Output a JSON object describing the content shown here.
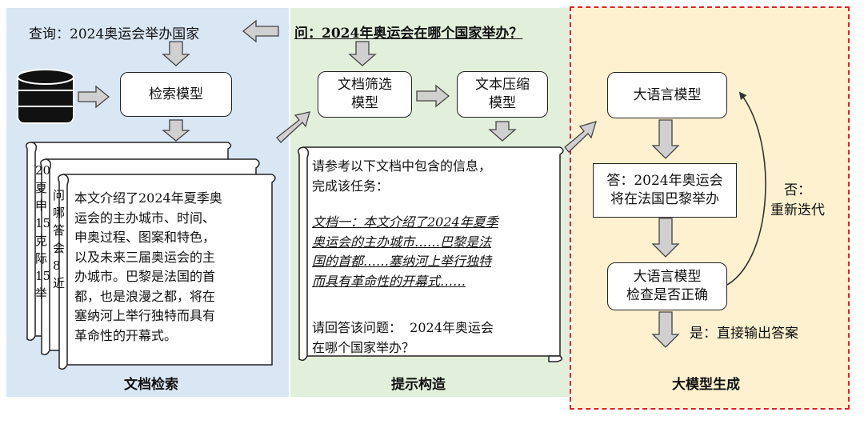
{
  "panels": {
    "retrieval": {
      "caption": "文档检索",
      "query_text": "查询：2024奥运会举办国家",
      "retrieval_model": "检索模型",
      "doc_text": "本文介绍了2024年夏季奥\n运会的主办城市、时间、\n申奥过程、图案和特色，\n以及未来三届奥运会的主\n办城市。巴黎是法国的首\n都，也是浪漫之都，将在\n塞纳河上举行独特而具有\n革命性的开幕式。",
      "scroll1_edge": "20\n夏\n申\n15\n克\n际\n15\n举",
      "scroll2_edge": "问\n哪\n答\n会\n8\n近"
    },
    "prompt": {
      "caption": "提示构造",
      "question": "问：2024年奥运会在哪个国家举办？",
      "filter_model": "文档筛选\n模型",
      "compress_model": "文本压缩\n模型",
      "instruction": "请参考以下文档中包含的信息，\n完成该任务：",
      "doc_excerpt": "文档一：本文介绍了2024年夏季\n奥运会的主办城市……巴黎是法\n国的首都……塞纳河上举行独特\n而具有革命性的开幕式……",
      "ask": "请回答该问题：  2024年奥运会\n在哪个国家举办？"
    },
    "generation": {
      "caption": "大模型生成",
      "llm": "大语言模型",
      "answer": "答：2024年奥运会\n将在法国巴黎举办",
      "check": "大语言模型\n检查是否正确",
      "no_label": "否：\n重新迭代",
      "yes_label": "是：直接输出答案"
    }
  }
}
